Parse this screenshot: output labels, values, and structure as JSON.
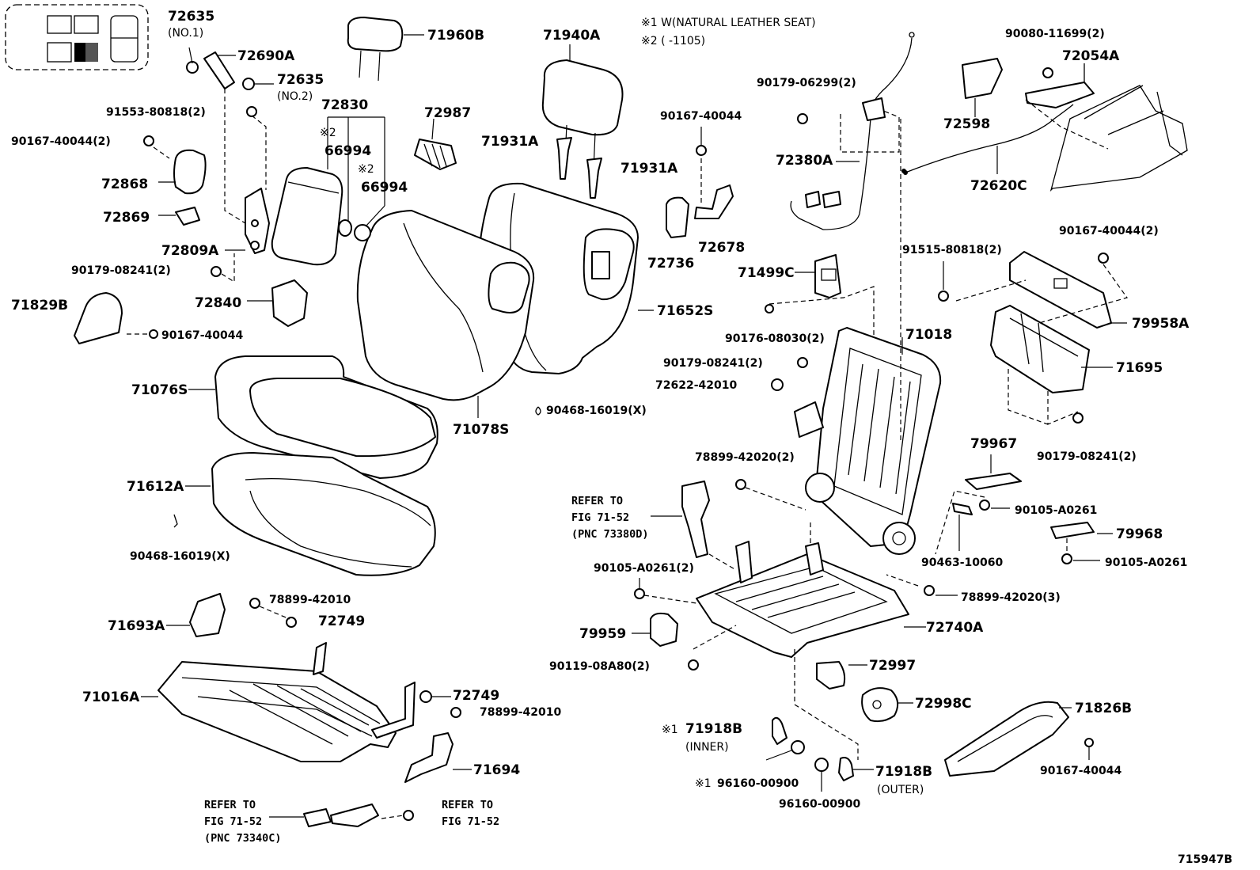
{
  "notes": {
    "note1": "※1 W(NATURAL LEATHER SEAT)",
    "note2": "※2 (        -1105)"
  },
  "figure_id": "715947B",
  "labels": {
    "p72635_1": "72635",
    "p72635_1_sub": "(NO.1)",
    "p72690A": "72690A",
    "p72635_2": "72635",
    "p72635_2_sub": "(NO.2)",
    "p91553": "91553-80818(2)",
    "p90167_a": "90167-40044(2)",
    "p72868": "72868",
    "p72869": "72869",
    "p72809A": "72809A",
    "p90179_a": "90179-08241(2)",
    "p71829B": "71829B",
    "p90167_b": "90167-40044",
    "p72840": "72840",
    "p72830": "72830",
    "p66994_a_note": "※2",
    "p66994_a": "66994",
    "p66994_b_note": "※2",
    "p66994_b": "66994",
    "p71960B": "71960B",
    "p72987": "72987",
    "p71940A": "71940A",
    "p71931A_a": "71931A",
    "p71931A_b": "71931A",
    "p71652S": "71652S",
    "p71076S": "71076S",
    "p71078S": "71078S",
    "p90468_a": "90468-16019(X)",
    "p71612A": "71612A",
    "p90468_b": "90468-16019(X)",
    "p78899_a": "78899-42010",
    "p72749_a": "72749",
    "p71693A": "71693A",
    "p71016A": "71016A",
    "p72749_b": "72749",
    "p78899_b": "78899-42010",
    "p71694": "71694",
    "ref_a_1": "REFER TO",
    "ref_a_2": "FIG 71-52",
    "ref_a_3": "(PNC 73340C)",
    "ref_b_1": "REFER TO",
    "ref_b_2": "FIG 71-52",
    "p90167_c": "90167-40044",
    "p72678": "72678",
    "p72736": "72736",
    "p90179_b": "90179-06299(2)",
    "p72380A": "72380A",
    "p71499C": "71499C",
    "p90176": "90176-08030(2)",
    "p71018": "71018",
    "p90179_c": "90179-08241(2)",
    "p72622": "72622-42010",
    "p78899_c": "78899-42020(2)",
    "ref_c_1": "REFER TO",
    "ref_c_2": "FIG 71-52",
    "ref_c_3": "(PNC 73380D)",
    "p90105_a": "90105-A0261(2)",
    "p79959": "79959",
    "p90119": "90119-08A80(2)",
    "p72740A": "72740A",
    "p72997": "72997",
    "p72998C": "72998C",
    "p71918B_in_note": "※1",
    "p71918B_in": "71918B",
    "p71918B_in_sub": "(INNER)",
    "p96160_a_note": "※1",
    "p96160_a": "96160-00900",
    "p96160_b": "96160-00900",
    "p71918B_out": "71918B",
    "p71918B_out_sub": "(OUTER)",
    "p90080": "90080-11699(2)",
    "p72054A": "72054A",
    "p72598": "72598",
    "p72620C": "72620C",
    "p91515": "91515-80818(2)",
    "p90167_d": "90167-40044(2)",
    "p79958A": "79958A",
    "p71695": "71695",
    "p90179_d": "90179-08241(2)",
    "p79967": "79967",
    "p90105_b": "90105-A0261",
    "p79968": "79968",
    "p90463": "90463-10060",
    "p90105_c": "90105-A0261",
    "p78899_d": "78899-42020(3)",
    "p71826B": "71826B",
    "p90167_e": "90167-40044"
  }
}
